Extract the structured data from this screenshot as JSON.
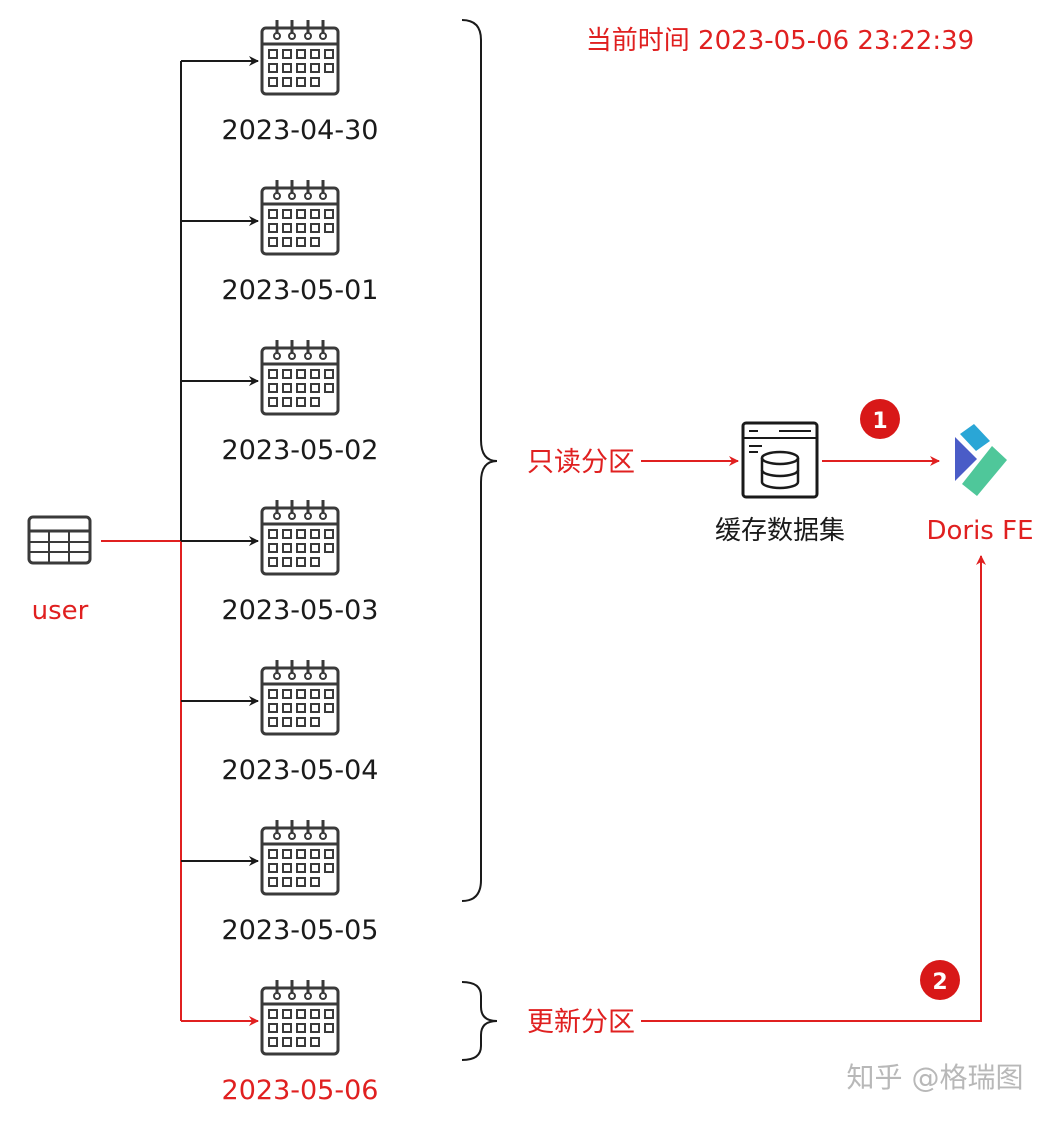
{
  "current_time_label": "当前时间 2023-05-06 23:22:39",
  "user": {
    "label": "user",
    "icon": "table-icon"
  },
  "partitions": [
    {
      "date": "2023-04-30",
      "state": "read_only"
    },
    {
      "date": "2023-05-01",
      "state": "read_only"
    },
    {
      "date": "2023-05-02",
      "state": "read_only"
    },
    {
      "date": "2023-05-03",
      "state": "read_only"
    },
    {
      "date": "2023-05-04",
      "state": "read_only"
    },
    {
      "date": "2023-05-05",
      "state": "read_only"
    },
    {
      "date": "2023-05-06",
      "state": "updating"
    }
  ],
  "read_only_group_label": "只读分区",
  "update_group_label": "更新分区",
  "cache_dataset": {
    "label": "缓存数据集",
    "icon": "database-window-icon"
  },
  "target": {
    "label": "Doris FE",
    "icon": "doris-logo-icon"
  },
  "steps": [
    "1",
    "2"
  ],
  "watermark": "知乎 @格瑞图",
  "colors": {
    "accent_red": "#e02020",
    "line_black": "#1a1a1a",
    "icon_gray": "#3a3a3a",
    "watermark_gray": "#b8b8b8"
  }
}
